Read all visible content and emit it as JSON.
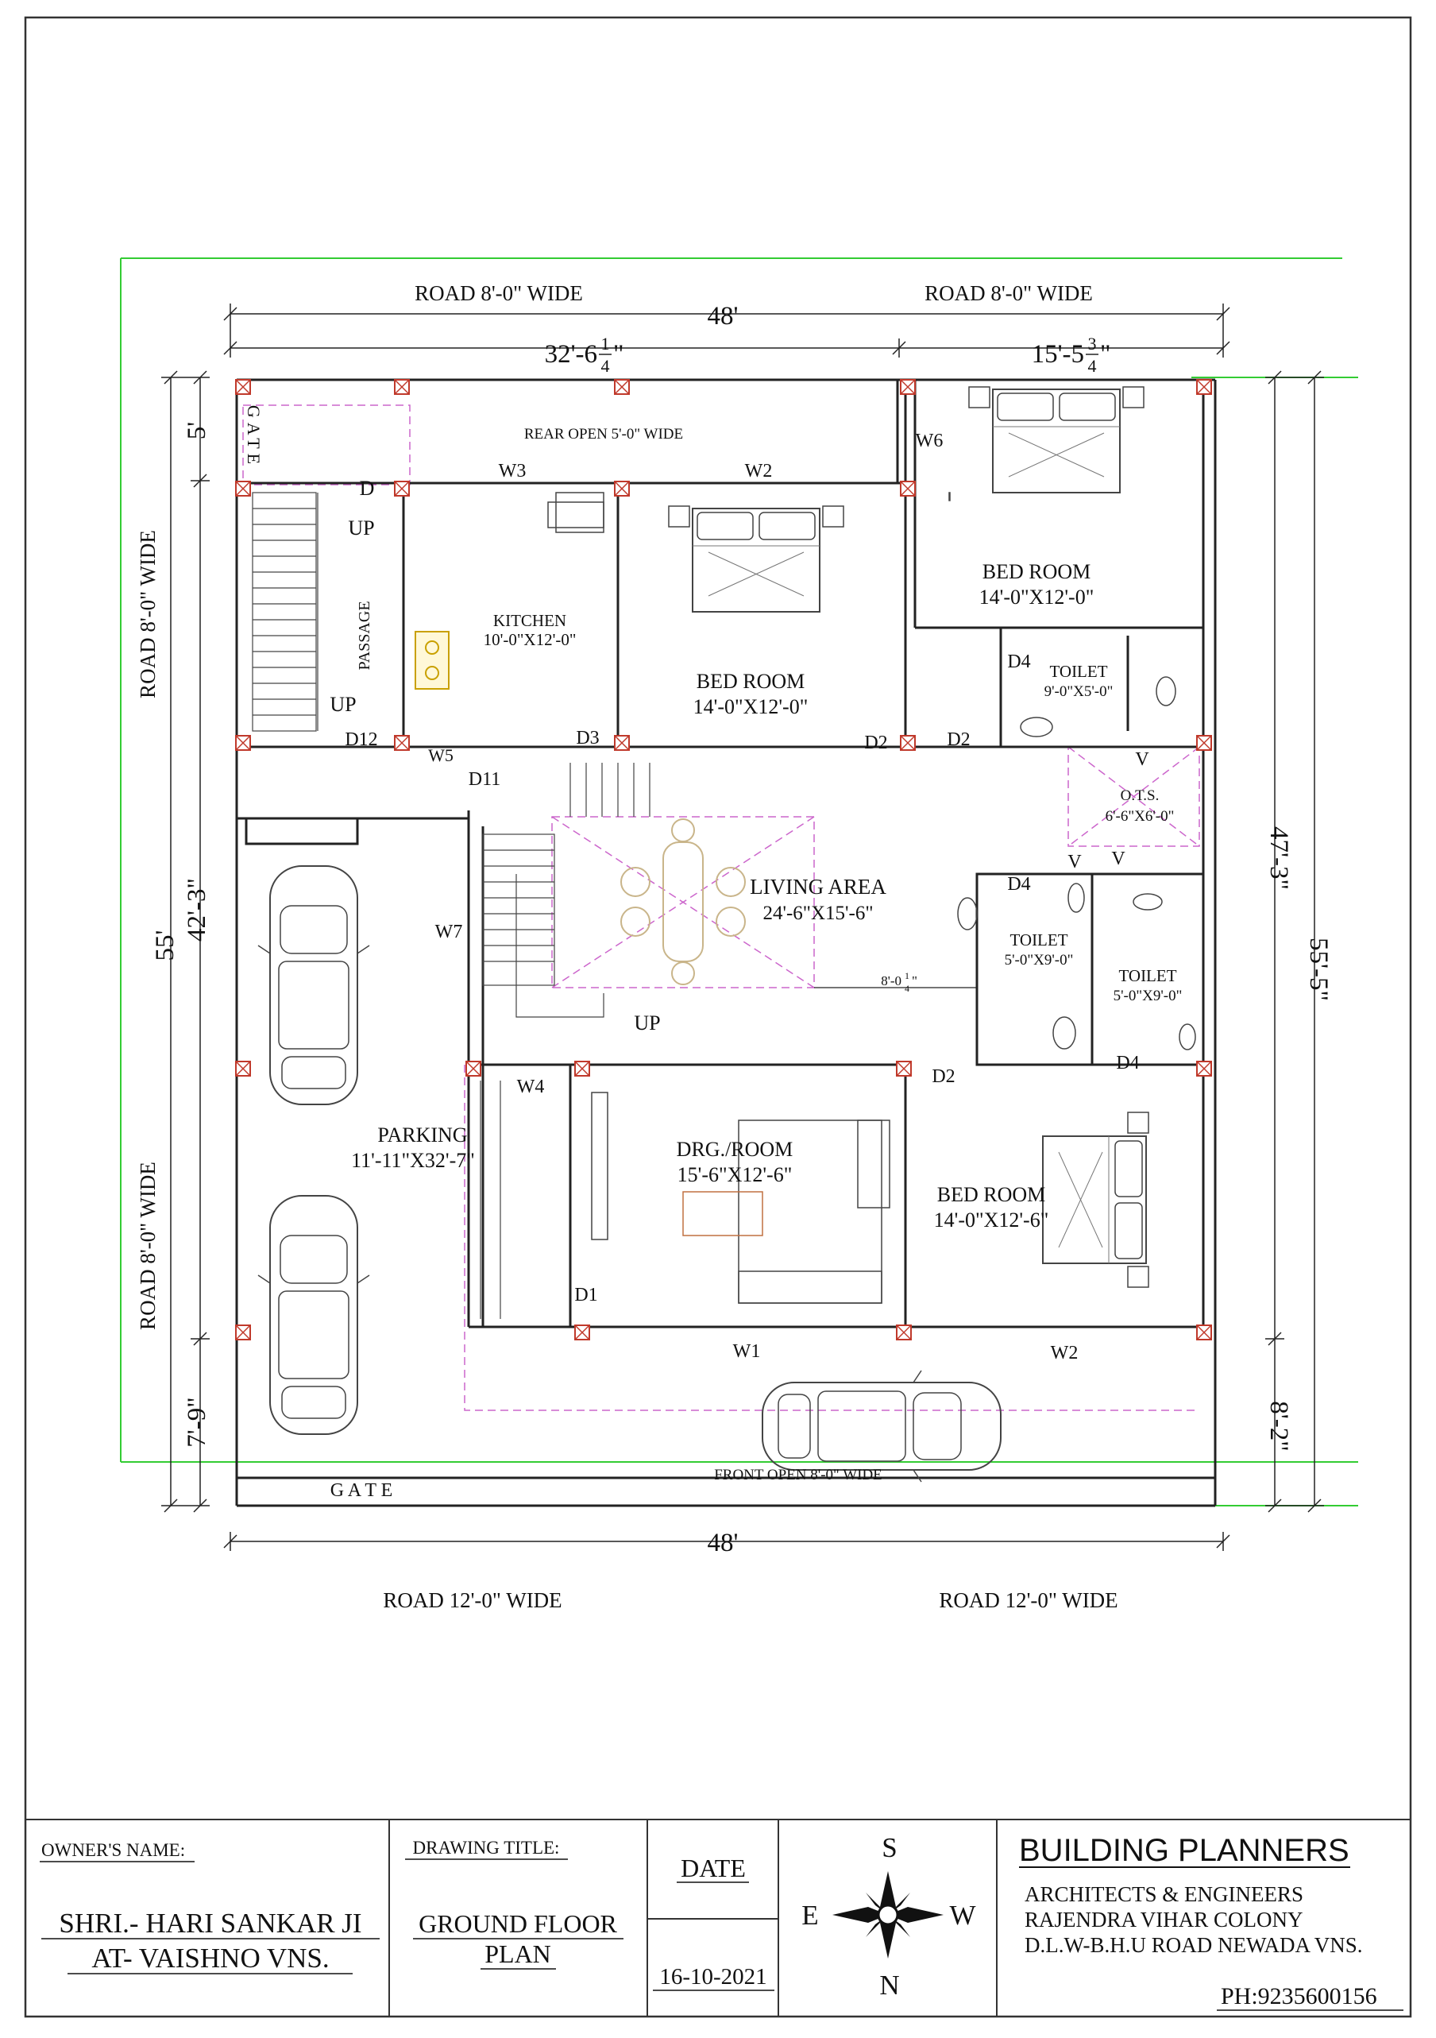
{
  "roads": {
    "top_left": "ROAD 8'-0\" WIDE",
    "top_right": "ROAD 8'-0\" WIDE",
    "left_upper": "ROAD 8'-0\" WIDE",
    "left_lower": "ROAD 8'-0\" WIDE",
    "bottom_left": "ROAD 12'-0\" WIDE",
    "bottom_right": "ROAD 12'-0\" WIDE"
  },
  "dimensions": {
    "top_total": "48'",
    "top_left_whole": "32'-6",
    "top_left_num": "1",
    "top_left_den": "4",
    "top_right_whole": "15'-5",
    "top_right_num": "3",
    "top_right_den": "4",
    "bottom_total": "48'",
    "left_total": "55'",
    "left_top": "5'",
    "left_mid": "42'-3\"",
    "left_bottom": "7'-9\"",
    "right_total": "55'-5\"",
    "right_mid": "47'-3\"",
    "right_bottom": "8'-2\"",
    "living_inner_whole": "8'-0",
    "living_inner_num": "1",
    "living_inner_den": "4"
  },
  "rooms": {
    "rear_open": "REAR OPEN 5'-0\" WIDE",
    "front_open": "FRONT OPEN 8'-0\" WIDE",
    "kitchen": {
      "name": "KITCHEN",
      "size": "10'-0\"X12'-0\""
    },
    "bed1": {
      "name": "BED ROOM",
      "size": "14'-0\"X12'-0\""
    },
    "bed2": {
      "name": "BED ROOM",
      "size": "14'-0\"X12'-0\""
    },
    "bed3": {
      "name": "BED ROOM",
      "size": "14'-0\"X12'-6\""
    },
    "toilet1": {
      "name": "TOILET",
      "size": "9'-0\"X5'-0\""
    },
    "toilet2": {
      "name": "TOILET",
      "size": "5'-0\"X9'-0\""
    },
    "toilet3": {
      "name": "TOILET",
      "size": "5'-0\"X9'-0\""
    },
    "ots": {
      "name": "O.T.S.",
      "size": "6'-6\"X6'-0\""
    },
    "living": {
      "name": "LIVING AREA",
      "size": "24'-6\"X15'-6\""
    },
    "drawing": {
      "name": "DRG./ROOM",
      "size": "15'-6\"X12'-6\""
    },
    "parking": {
      "name": "PARKING",
      "size": "11'-11\"X32'-7\""
    },
    "passage": "PASSAGE"
  },
  "labels": {
    "gate_side": "GATE",
    "gate_front": "G A T E",
    "up1": "UP",
    "up2": "UP",
    "up3": "UP",
    "d_stair": "D",
    "w1": "W1",
    "w2a": "W2",
    "w2b": "W2",
    "w3": "W3",
    "w4": "W4",
    "w5": "W5",
    "w6": "W6",
    "w7": "W7",
    "d1": "D1",
    "d2a": "D2",
    "d2b": "D2",
    "d2c": "D2",
    "d3": "D3",
    "d4a": "D4",
    "d4b": "D4",
    "d4c": "D4",
    "d11": "D11",
    "d12": "D12",
    "v1": "V",
    "v2": "V",
    "v3": "V"
  },
  "title_block": {
    "owner_label": "OWNER'S NAME:",
    "owner_line1": "SHRI.- HARI SANKAR JI",
    "owner_line2": "AT- VAISHNO VNS.",
    "drawing_label": "DRAWING TITLE:",
    "drawing_line1": "GROUND FLOOR",
    "drawing_line2": "PLAN",
    "date_label": "DATE",
    "date_value": "16-10-2021",
    "compass_s": "S",
    "compass_n": "N",
    "compass_e": "E",
    "compass_w": "W",
    "firm_name": "BUILDING PLANNERS",
    "firm_line1": "ARCHITECTS & ENGINEERS",
    "firm_line2": "RAJENDRA VIHAR COLONY",
    "firm_line3": "D.L.W-B.H.U ROAD NEWADA VNS.",
    "phone": "PH:9235600156"
  },
  "colors": {
    "line": "#222222",
    "column": "#c0392b",
    "dashed": "#cc66cc",
    "green": "#33cc33",
    "furniture": "#555555",
    "dining": "#c9b58a"
  }
}
